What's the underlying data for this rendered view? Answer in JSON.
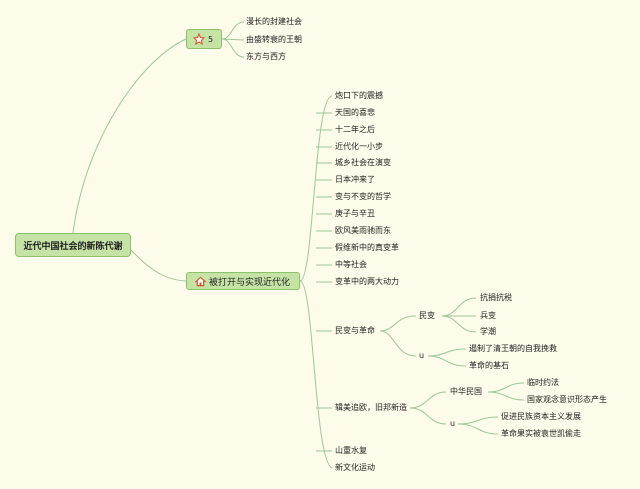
{
  "central": "近代中国社会的新陈代谢",
  "branch1": {
    "label": "5",
    "icon": "star-icon",
    "children": [
      "漫长的封建社会",
      "由盛转衰的王朝",
      "东方与西方"
    ]
  },
  "branch2": {
    "label": "被打开与实现近代化",
    "icon": "home-icon",
    "topics": [
      "炮口下的震撼",
      "天国的喜悲",
      "十二年之后",
      "近代化一小步",
      "城乡社会在演变",
      "日本冲来了",
      "变与不变的哲学",
      "庚子与辛丑",
      "欧风美雨驰而东",
      "假维新中的真变革",
      "中等社会",
      "变革中的两大动力"
    ],
    "minbian": {
      "label": "民变与革命",
      "sub1": {
        "label": "民变",
        "children": [
          "抗捐抗税",
          "兵变",
          "学潮"
        ]
      },
      "sub2": {
        "label": "u",
        "children": [
          "遏制了清王朝的自我挽救",
          "革命的基石"
        ]
      }
    },
    "ruanmei": {
      "label": "辑美追欧，旧邦新造",
      "sub1": {
        "label": "中华民国",
        "children": [
          "临时约法",
          "国家观念意识形态产生"
        ]
      },
      "sub2": {
        "label": "u",
        "children": [
          "促进民族资本主义发展",
          "革命果实被袁世凯偷走"
        ]
      }
    },
    "tail": [
      "山重水复",
      "新文化运动"
    ]
  }
}
